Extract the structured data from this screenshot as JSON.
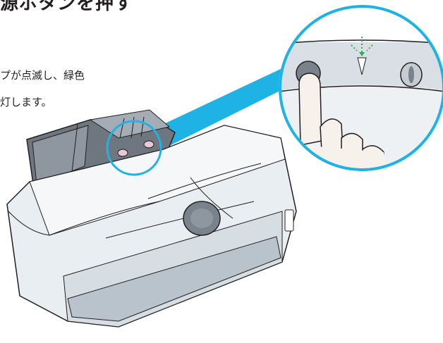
{
  "heading": "源ボタンを押す",
  "instructions": [
    "プが点滅し、緑色",
    "灯します。"
  ],
  "colors": {
    "callout_ring": "#1fb3e5",
    "power_lamp_indicator": "#2bb24c",
    "printer_body": "#e9eef2",
    "printer_shadow": "#b9c3cc",
    "paper_support": "#6e7780"
  },
  "illustration": {
    "subject": "inkjet-printer-icon",
    "callout": "power-button-zoom-icon"
  }
}
